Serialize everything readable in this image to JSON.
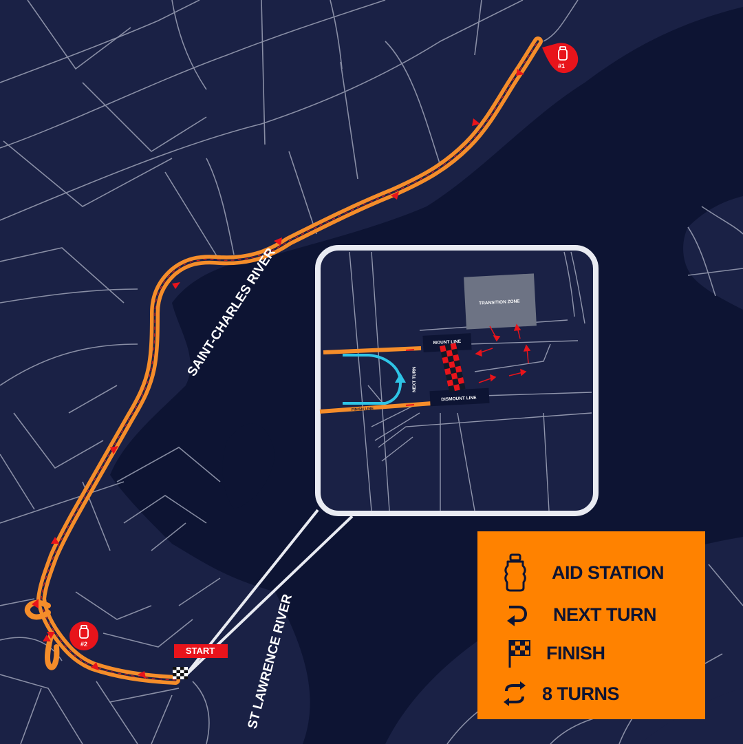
{
  "map": {
    "water_labels": {
      "saint_charles": "SAINT-CHARLES RIVER",
      "st_lawrence": "ST LAWRENCE RIVER"
    },
    "start_label": "START",
    "aid_stations": [
      {
        "label": "#1",
        "icon": "water-bottle-icon"
      },
      {
        "label": "#2",
        "icon": "water-bottle-icon"
      }
    ],
    "inset": {
      "transition_zone": "TRANSITION ZONE",
      "mount_line": "MOUNT LINE",
      "dismount_line": "DISMOUNT LINE",
      "finish_line": "FINISH LINE",
      "next_turn": "NEXT TURN"
    },
    "colors": {
      "land": "#1a2145",
      "water": "#0d1433",
      "roads": "#aeb3c6",
      "route": "#f58d2a",
      "arrows": "#e8141b",
      "next_turn": "#2ec4e6",
      "legend_bg": "#ff8200"
    }
  },
  "legend": {
    "items": [
      {
        "icon": "water-bottle-icon",
        "label": "AID STATION"
      },
      {
        "icon": "u-turn-arrow-icon",
        "label": "NEXT TURN"
      },
      {
        "icon": "checkered-flag-icon",
        "label": "FINISH"
      },
      {
        "icon": "loop-arrows-icon",
        "label": "8 TURNS"
      }
    ]
  }
}
